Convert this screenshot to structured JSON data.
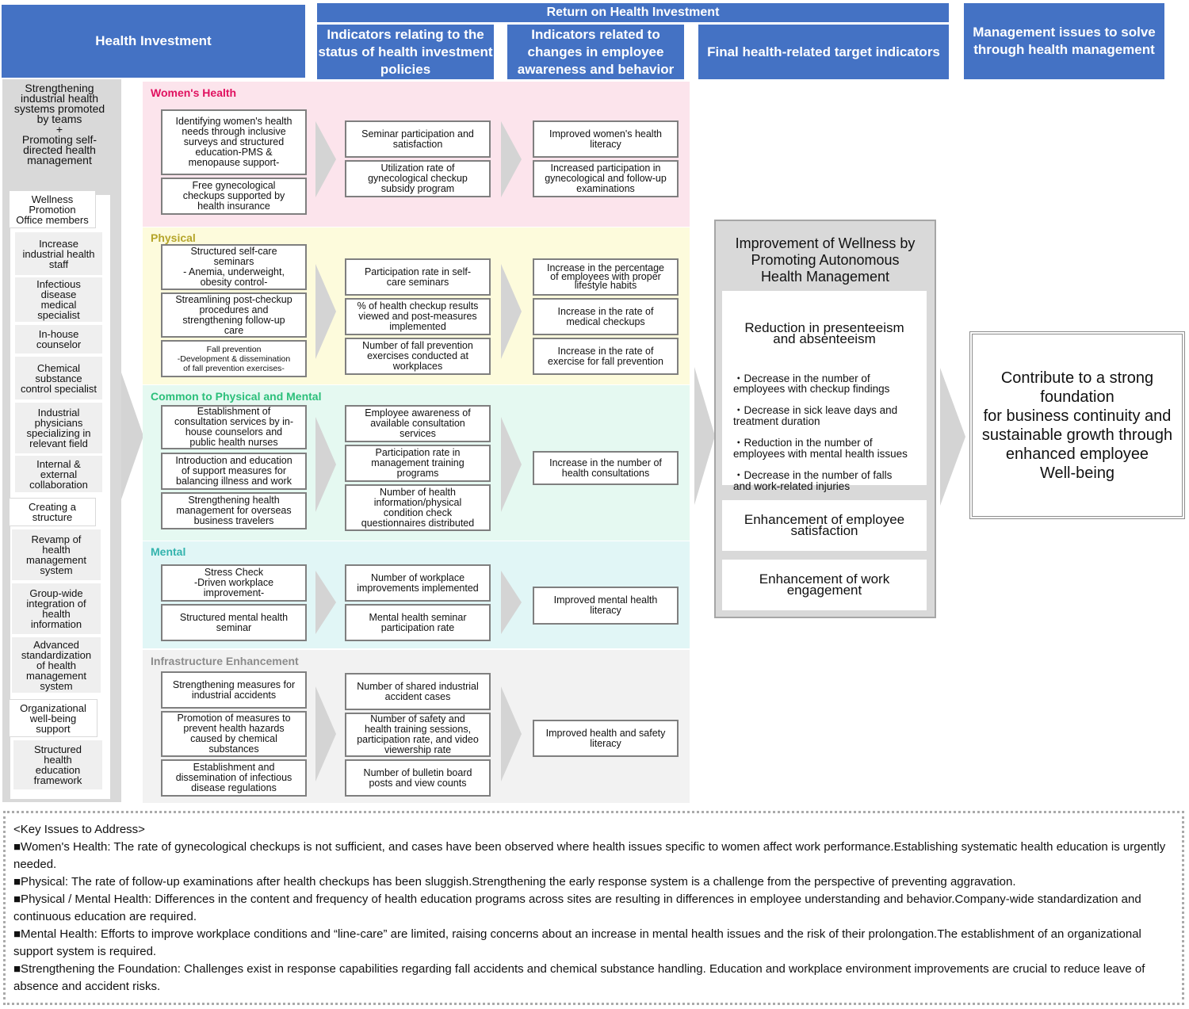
{
  "headers": {
    "health_investment": "Health Investment",
    "return_on_investment": "Return on Health Investment",
    "col_policy": "Indicators relating to the status of health investment policies",
    "col_awareness": "Indicators related to changes in employee awareness and behavior",
    "col_final": "Final health-related target indicators",
    "col_management": "Management issues to solve through health management"
  },
  "left_panel": {
    "title": "Strengthening\nindustrial health\nsystems promoted\nby teams\n+\nPromoting self-\ndirected health\nmanagement",
    "groups": [
      {
        "label": "Wellness\nPromotion\nOffice members",
        "items": [
          "Increase\nindustrial health\nstaff",
          "Infectious\ndisease\nmedical\nspecialist",
          "In-house\ncounselor",
          "Chemical\nsubstance\ncontrol specialist",
          "Industrial\nphysicians\nspecializing in\nrelevant field",
          "Internal &\nexternal\ncollaboration"
        ]
      },
      {
        "label": "Creating a\nstructure",
        "items": [
          "Revamp of\nhealth\nmanagement\nsystem",
          "Group-wide\nintegration of\nhealth\ninformation",
          "Advanced\nstandardization\nof health\nmanagement\nsystem"
        ]
      },
      {
        "label": "Organizational\nwell-being\nsupport",
        "items": [
          "Structured\nhealth\neducation\nframework"
        ]
      }
    ]
  },
  "sections": [
    {
      "title": "Women's Health",
      "color": "#fce4ec",
      "title_color": "#e0115f",
      "investments": [
        "Identifying women's health\nneeds through inclusive\nsurveys and structured\neducation-PMS &\nmenopause support-",
        "Free gynecological\ncheckups supported by\nhealth insurance"
      ],
      "policy_indicators": [
        "Seminar participation and\nsatisfaction",
        "Utilization rate of\ngynecological checkup\nsubsidy program"
      ],
      "behavior_indicators": [
        "Improved women's health\nliteracy",
        "Increased participation in\ngynecological and follow-up\nexaminations"
      ]
    },
    {
      "title": "Physical",
      "color": "#fdfbdc",
      "title_color": "#b5a52a",
      "investments": [
        "Structured self-care\nseminars\n- Anemia, underweight,\nobesity control-",
        "Streamlining post-checkup\nprocedures and\nstrengthening follow-up\ncare",
        "Fall prevention\n-Development & dissemination\nof fall prevention exercises-"
      ],
      "policy_indicators": [
        "Participation rate in self-\ncare seminars",
        "% of health checkup results\nviewed and post-measures\nimplemented",
        "Number of fall prevention\nexercises conducted at\nworkplaces"
      ],
      "behavior_indicators": [
        "Increase in the percentage\nof employees with proper\nlifestyle habits",
        "Increase in the rate of\nmedical checkups",
        "Increase in the rate of\nexercise for fall prevention"
      ]
    },
    {
      "title": "Common to Physical and Mental",
      "color": "#e5f9f1",
      "title_color": "#2bbf7a",
      "investments": [
        "Establishment of\nconsultation services by in-\nhouse counselors and\npublic health nurses",
        "Introduction and education\nof  support measures for\nbalancing illness and work",
        "Strengthening health\nmanagement for overseas\nbusiness travelers"
      ],
      "policy_indicators": [
        "Employee awareness of\navailable consultation\nservices",
        "Participation rate in\nmanagement training\nprograms",
        "Number of health\ninformation/physical\ncondition check\nquestionnaires distributed"
      ],
      "behavior_indicators": [
        "Increase in the number of\nhealth consultations"
      ]
    },
    {
      "title": "Mental",
      "color": "#e1f6f6",
      "title_color": "#33b3ad",
      "investments": [
        "Stress Check\n-Driven workplace\nimprovement-",
        "Structured mental health\nseminar"
      ],
      "policy_indicators": [
        "Number of workplace\nimprovements implemented",
        "Mental health seminar\nparticipation rate"
      ],
      "behavior_indicators": [
        "Improved mental health\nliteracy"
      ]
    },
    {
      "title": "Infrastructure Enhancement",
      "color": "#f2f2f2",
      "title_color": "#8c8c8c",
      "investments": [
        "Strengthening measures for\nindustrial accidents",
        "Promotion of measures to\nprevent health hazards\ncaused by chemical\nsubstances",
        "Establishment and\ndissemination of infectious\ndisease regulations"
      ],
      "policy_indicators": [
        "Number of shared industrial\naccident cases",
        "Number of safety and\nhealth training sessions,\nparticipation rate, and video\nviewership rate",
        "Number of bulletin board\nposts and view counts"
      ],
      "behavior_indicators": [
        "Improved health and safety\nliteracy"
      ]
    }
  ],
  "final_targets": {
    "heading": "Improvement of Wellness by\nPromoting Autonomous\nHealth Management",
    "reduction_title": "Reduction in presenteeism\nand absenteeism",
    "reduction_items": [
      "・Decrease in the number of\nemployees with checkup findings",
      "・Decrease in sick leave days and\ntreatment duration",
      "・Reduction in the number of\nemployees with mental health issues",
      "・Decrease in the number of falls\nand work-related injuries"
    ],
    "satisfaction": "Enhancement of employee\nsatisfaction",
    "engagement": "Enhancement of work\nengagement"
  },
  "management_goal": "Contribute to a strong\nfoundation\nfor business continuity and\nsustainable growth through\nenhanced employee\nWell-being",
  "key_issues": {
    "heading": "<Key Issues to Address>",
    "items": [
      "■Women's Health: The rate of gynecological checkups is not sufficient, and cases have been observed where health issues specific to women affect work performance.Establishing systematic health education is urgently needed.",
      "■Physical: The rate of follow-up examinations after health checkups has been sluggish.Strengthening the early response system is a challenge from the perspective of preventing aggravation.",
      "■Physical / Mental Health: Differences in the content and frequency of health education programs across sites are resulting in differences in employee understanding and behavior.Company-wide standardization and continuous education are required.",
      "■Mental Health: Efforts to improve workplace conditions and “line-care” are limited, raising concerns about an increase in mental health issues and the risk of their prolongation.The establishment of an organizational support system is required.",
      "■Strengthening the Foundation: Challenges exist in response capabilities regarding fall accidents and chemical substance handling. Education and workplace environment improvements are crucial to reduce leave of absence and accident risks."
    ]
  },
  "colors": {
    "header_blue": "#4472c4",
    "panel_gray": "#d9d9d9",
    "arrow_gray": "#d4d4d4",
    "box_border": "#7f7f7f"
  }
}
